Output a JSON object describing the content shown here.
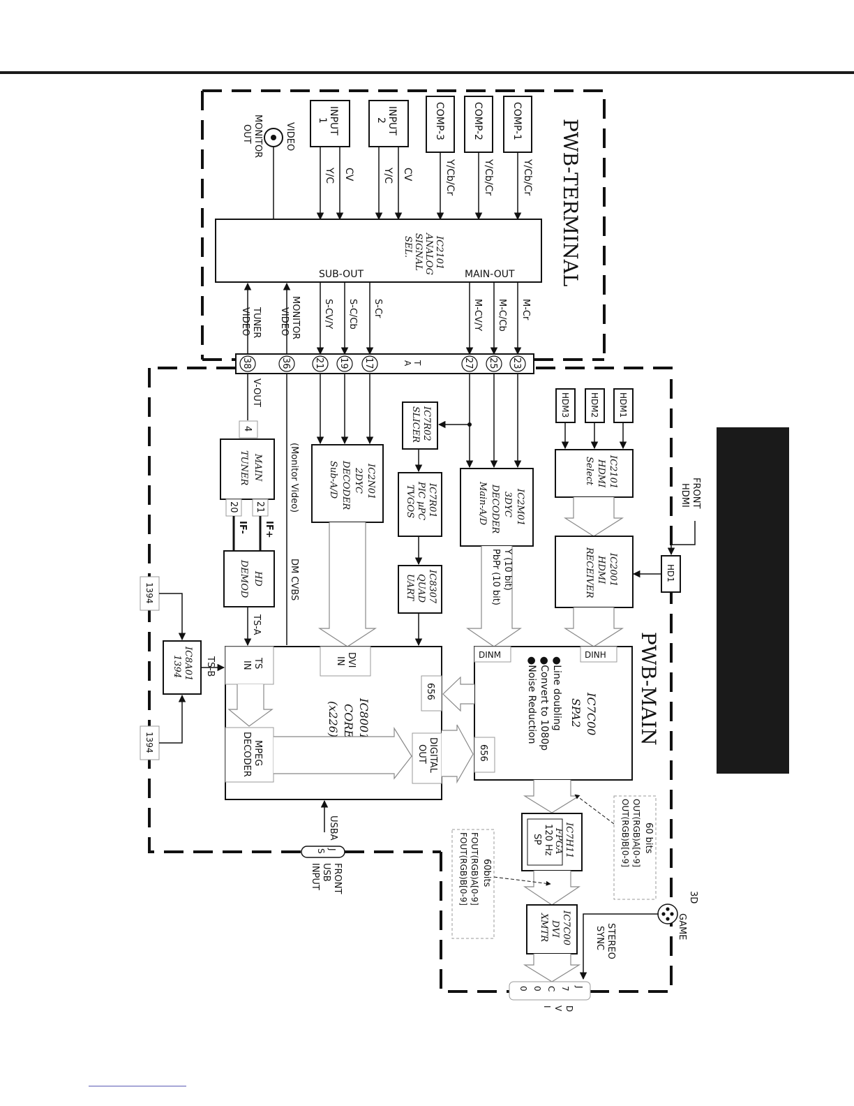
{
  "boards": {
    "terminal": "PWB-TERMINAL",
    "main": "PWB-MAIN"
  },
  "terminal": {
    "inputs": {
      "comp1": "COMP-1",
      "comp2": "COMP-2",
      "comp3": "COMP-3",
      "input2": [
        "INPUT",
        "2"
      ],
      "input1": [
        "INPUT",
        "1"
      ]
    },
    "input_signals": {
      "comp": "Y/Cb/Cr",
      "cv": "CV",
      "yc": "Y/C"
    },
    "video_out": [
      "VIDEO",
      "MONITOR",
      "OUT"
    ],
    "selector": [
      "IC2101",
      "ANALOG",
      "SIGNAL",
      "SEL."
    ],
    "main_out": "MAIN-OUT",
    "sub_out": "SUB-OUT",
    "main_signals": [
      "M-Cr",
      "M-C/Cb",
      "M-CV/Y"
    ],
    "sub_signals": [
      "S-Cr",
      "S-C/Cb",
      "S-CV/Y"
    ],
    "return_signals": {
      "monitor": [
        "MONITOR",
        "VIDEO"
      ],
      "tuner": [
        "TUNER",
        "VIDEO"
      ]
    }
  },
  "connector": {
    "label": [
      "T",
      "A"
    ],
    "pins": [
      "23",
      "25",
      "27",
      "17",
      "19",
      "21",
      "36",
      "38"
    ]
  },
  "main": {
    "hdmi_inputs": [
      "HDM1",
      "HDM2",
      "HDM3"
    ],
    "front_hdmi": [
      "FRONT",
      "HDMI"
    ],
    "hd1": "HD1",
    "hdmi_select": [
      "IC2101",
      "HDMI",
      "Select"
    ],
    "hdmi_receiver": [
      "IC2001",
      "HDMI",
      "RECEIVER"
    ],
    "sliceer": [
      "IC7R02",
      "SLICER"
    ],
    "pic": [
      "IC7R01",
      "PIC µPC",
      "TVGOS"
    ],
    "uart": [
      "IC8307",
      "QUAD",
      "UART"
    ],
    "main_decoder": [
      "IC2M01",
      "3DYC",
      "DECODER",
      "Main-A/D"
    ],
    "sub_decoder": [
      "IC2N01",
      "2DYC",
      "DECODER",
      "Sub-A/D"
    ],
    "main_decoder_out": [
      "Y (10 bit)",
      "PbPr (10 bit)"
    ],
    "tuner": [
      "MAIN",
      "TUNER"
    ],
    "tuner_pins": {
      "top": "4",
      "left": "20",
      "right": "21"
    },
    "v_out": "V-OUT",
    "if_plus": "IF+",
    "if_minus": "IF-",
    "demod": [
      "HD",
      "DEMOD"
    ],
    "monitor_video": "(Monitor Video)",
    "dm_cvbs": "DM CVBS",
    "ts_a": "TS-A",
    "ts_b": "TS-B",
    "ieee_ports": [
      "1394",
      "1394"
    ],
    "ieee_ic": [
      "IC8A01",
      "1394"
    ],
    "core": [
      "IC8001",
      "CORE",
      "(x226)"
    ],
    "core_ts_in": [
      "TS",
      "IN"
    ],
    "core_dvi_in": [
      "DVI",
      "IN"
    ],
    "core_656": "656",
    "core_mpeg": [
      "MPEG",
      "DECODER"
    ],
    "core_digital_out": [
      "DIGITAL",
      "OUT"
    ],
    "spa": [
      "IC7C00",
      "SPA2"
    ],
    "spa_features": [
      "●Line doubling",
      "●Convert to 1080p",
      "●Noise Reduction"
    ],
    "spa_dinm": "DINM",
    "spa_dinh": "DINH",
    "spa_656": "656",
    "fpga": [
      "IC7H11",
      "FPGA",
      "120 Hz",
      "SP"
    ],
    "bus60": [
      "60 bits",
      "OUT(RGB)A[0-9]",
      "OUT(RGB)B[0-9]"
    ],
    "bus60b": [
      "60bits",
      "FOUT(RGB)A[0-9]",
      "FOUT(RGB)B[0-9]"
    ],
    "dvi_tx": [
      "IC7C00",
      "DVI",
      "XMTR"
    ],
    "usb_in": "USBA",
    "usb_front": [
      "FRONT",
      "USB",
      "INPUT"
    ],
    "usb_conn": [
      "J",
      "S"
    ],
    "game": [
      "3D",
      "GAME"
    ],
    "stereo": [
      "STEREO",
      "SYNC"
    ],
    "dvi_conn": [
      "J",
      "7",
      "C",
      "0",
      "0"
    ],
    "dvi_conn_label": [
      "D",
      "V",
      "I"
    ]
  }
}
